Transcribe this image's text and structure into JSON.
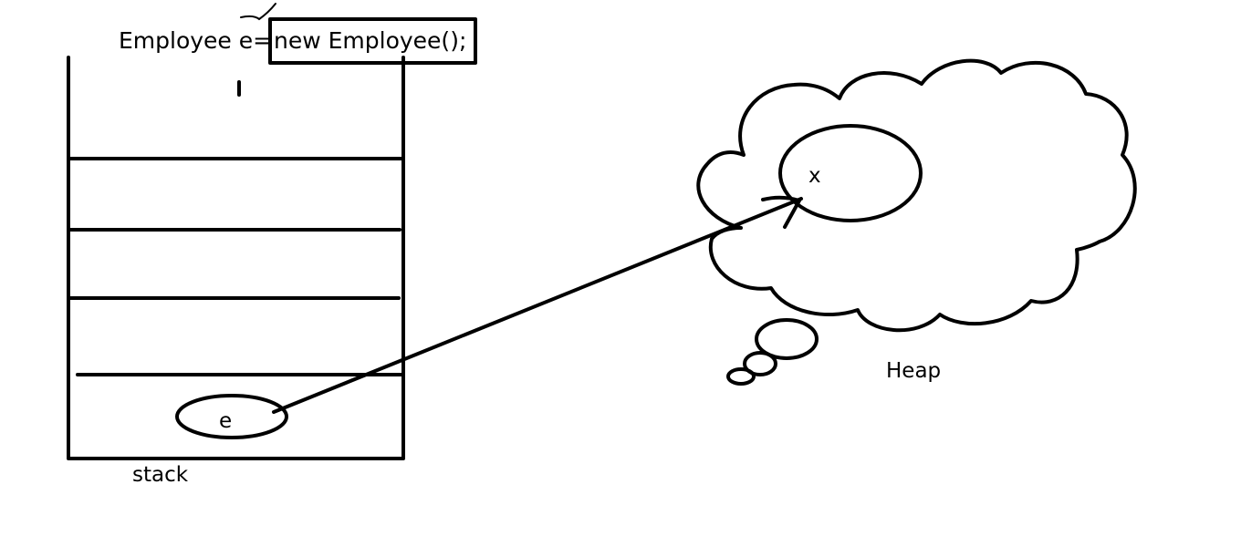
{
  "code_statement": {
    "declaration_text": "Employee e=",
    "instantiation_text": "new Employee();"
  },
  "stack": {
    "variable_label": "e",
    "caption": "stack"
  },
  "heap": {
    "object_label": "x",
    "caption": "Heap"
  }
}
